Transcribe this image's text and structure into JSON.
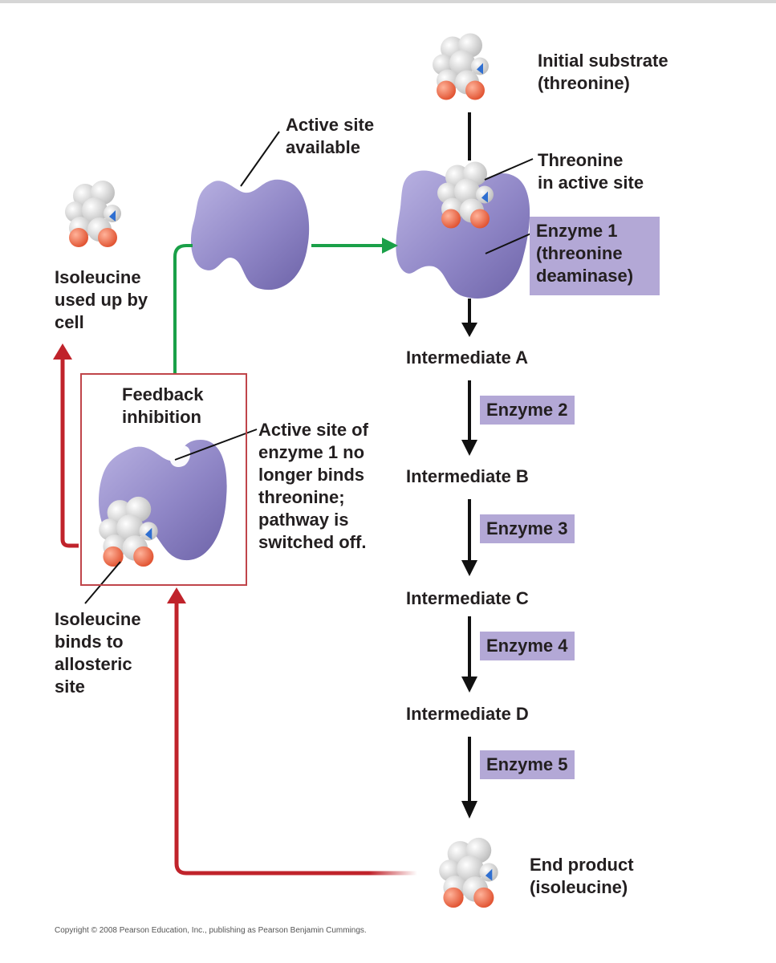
{
  "labels": {
    "initial_substrate": "Initial substrate\n(threonine)",
    "active_site_available": "Active site\navailable",
    "threonine_in_active_site": "Threonine\nin active site",
    "isoleucine_used_up": "Isoleucine\nused up by\ncell",
    "feedback_inhibition": "Feedback\ninhibition",
    "active_site_no_longer": "Active site of\nenzyme 1 no\nlonger binds\nthreonine;\npathway is\nswitched off.",
    "isoleucine_binds": "Isoleucine\nbinds to\nallosteric\nsite",
    "end_product": "End product\n(isoleucine)"
  },
  "enzymes": [
    "Enzyme 1\n(threonine\ndeaminase)",
    "Enzyme 2",
    "Enzyme 3",
    "Enzyme 4",
    "Enzyme 5"
  ],
  "intermediates": [
    "Intermediate A",
    "Intermediate B",
    "Intermediate C",
    "Intermediate D"
  ],
  "copyright": "Copyright © 2008 Pearson Education, Inc., publishing as Pearson Benjamin Cummings.",
  "colors": {
    "enzyme_fill": "#8f86c6",
    "enzyme_label_bg": "#b3a8d6",
    "feedback_red": "#c0232b",
    "activation_green": "#1aa048",
    "pathway_black": "#111111"
  }
}
